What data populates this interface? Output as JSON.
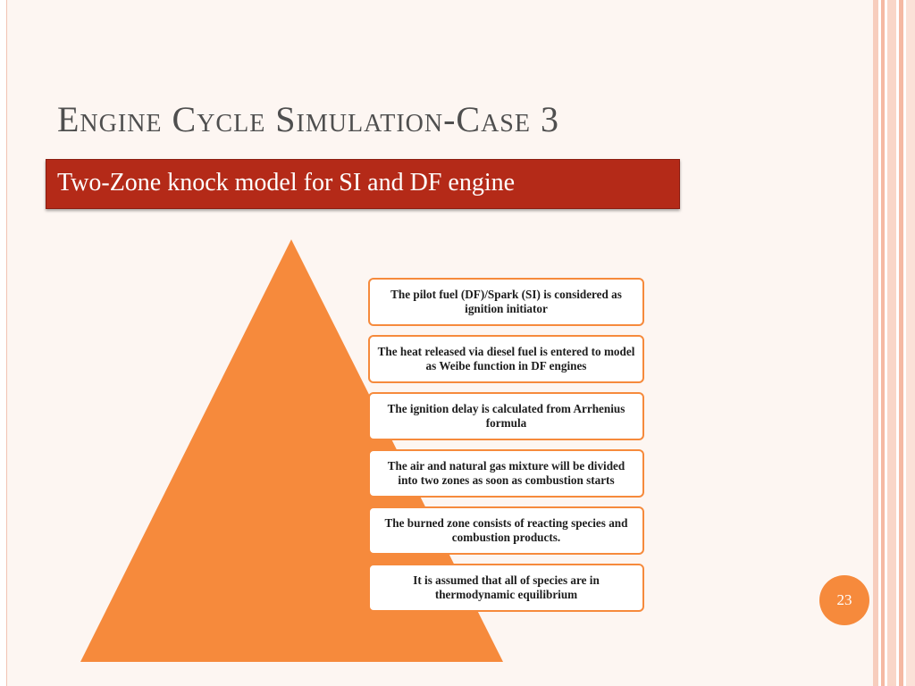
{
  "slide": {
    "title": "Engine Cycle Simulation-Case 3",
    "subtitle": "Two-Zone knock model for SI and DF engine",
    "page_number": "23"
  },
  "pyramid_items": [
    "The pilot fuel (DF)/Spark (SI) is considered as ignition initiator",
    "The heat released via diesel fuel is entered to model as Weibe function in DF engines",
    "The ignition delay is calculated from Arrhenius formula",
    "The air and natural gas mixture will be divided into two zones as soon as combustion starts",
    "The burned zone consists of reacting species and combustion products.",
    "It is assumed that all of species are in thermodynamic equilibrium"
  ],
  "colors": {
    "accent_orange": "#f68a3c",
    "subtitle_red": "#b42a18",
    "title_gray": "#4f4f4f",
    "frame_pink": "#f1c4b3"
  }
}
